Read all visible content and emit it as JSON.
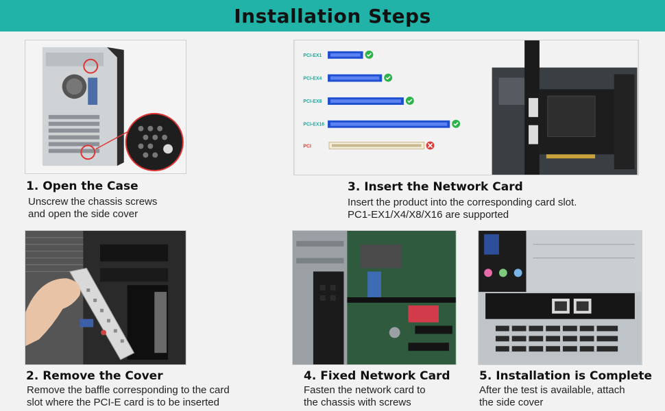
{
  "header": {
    "title": "Installation Steps"
  },
  "steps": [
    {
      "title": "1. Open the Case",
      "lines": [
        "Unscrew the chassis screws",
        "and open the side cover"
      ]
    },
    {
      "title": "2. Remove the Cover",
      "lines": [
        "Remove the baffle corresponding to the card",
        "slot where the PCI-E card is to be inserted"
      ]
    },
    {
      "title": "3. Insert the Network Card",
      "lines": [
        "Insert the product into the corresponding card slot.",
        "PC1-EX1/X4/X8/X16 are supported"
      ]
    },
    {
      "title": "4. Fixed Network Card",
      "lines": [
        "Fasten the network card to",
        "the chassis with screws"
      ]
    },
    {
      "title": "5. Installation is Complete",
      "lines": [
        "After the test is available, attach",
        "the side cover"
      ]
    }
  ],
  "slots": [
    {
      "label": "PCI-EX1",
      "supported": true
    },
    {
      "label": "PCI-EX4",
      "supported": true
    },
    {
      "label": "PCI-EX8",
      "supported": true
    },
    {
      "label": "PCI-EX16",
      "supported": true
    },
    {
      "label": "PCI",
      "supported": false
    }
  ],
  "colors": {
    "banner": "#21b3a8",
    "slot_blue": "#1f4fd1",
    "check_green": "#2cb34a",
    "cross_red": "#d8413b"
  }
}
